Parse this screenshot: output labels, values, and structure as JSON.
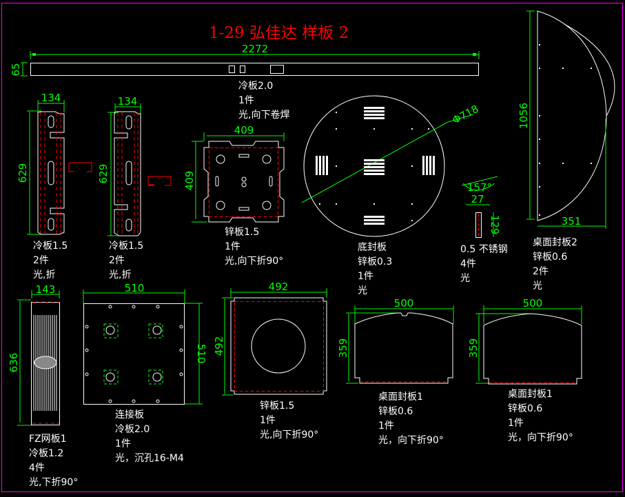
{
  "title": "1-29 弘佳达 样板 2",
  "colors": {
    "background": "#000000",
    "outline": "#ffffff",
    "dimension": "#00ff00",
    "bend_line": "#ff0000",
    "frame": "#ff00ff",
    "title": "#ff0000"
  },
  "parts": [
    {
      "id": "top-strip",
      "dims": {
        "width": "2272",
        "height": "65"
      },
      "notes": [
        "冷板2.0",
        "1件",
        "光,向下卷焊"
      ]
    },
    {
      "id": "side-bracket-1",
      "dims": {
        "width": "134",
        "height": "629"
      },
      "notes": [
        "冷板1.5",
        "2件",
        "光,折"
      ]
    },
    {
      "id": "side-bracket-2",
      "dims": {
        "width": "134",
        "height": "629"
      },
      "notes": [
        "冷板1.5",
        "2件",
        "光,折"
      ]
    },
    {
      "id": "square-plate-409",
      "dims": {
        "width": "409",
        "height": "409"
      },
      "notes": [
        "锌板1.5",
        "1件",
        "光,向下折90°"
      ]
    },
    {
      "id": "bottom-cover",
      "dims": {
        "diameter": "Φ718"
      },
      "notes": [
        "底封板",
        "锌板0.3",
        "1件",
        "光"
      ]
    },
    {
      "id": "small-strip",
      "dims": {
        "angle": "157°",
        "width": "27",
        "height": "129"
      },
      "notes": [
        "0.5 不锈钢",
        "4件",
        "光"
      ]
    },
    {
      "id": "half-round-cover",
      "dims": {
        "height": "1056",
        "width": "351"
      },
      "notes": [
        "桌面封板2",
        "锌板0.6",
        "2件",
        "光"
      ]
    },
    {
      "id": "mesh-panel",
      "dims": {
        "width": "143",
        "height": "636"
      },
      "notes": [
        "FZ网板1",
        "冷板1.2",
        "4件",
        "光,下折90°"
      ]
    },
    {
      "id": "connection-plate",
      "dims": {
        "width": "510",
        "height": "510"
      },
      "notes": [
        "连接板",
        "冷板2.0",
        "1件",
        "光，沉孔16-M4"
      ]
    },
    {
      "id": "square-plate-492",
      "dims": {
        "width": "492",
        "height": "492"
      },
      "notes": [
        "锌板1.5",
        "1件",
        "光,向下折90°"
      ]
    },
    {
      "id": "desk-cover-1a",
      "dims": {
        "width": "500",
        "height": "359"
      },
      "notes": [
        "桌面封板1",
        "锌板0.6",
        "1件",
        "光，向下折90°"
      ]
    },
    {
      "id": "desk-cover-1b",
      "dims": {
        "width": "500",
        "height": "359"
      },
      "notes": [
        "桌面封板1",
        "锌板0.6",
        "1件",
        "光，向下折90°"
      ]
    }
  ]
}
